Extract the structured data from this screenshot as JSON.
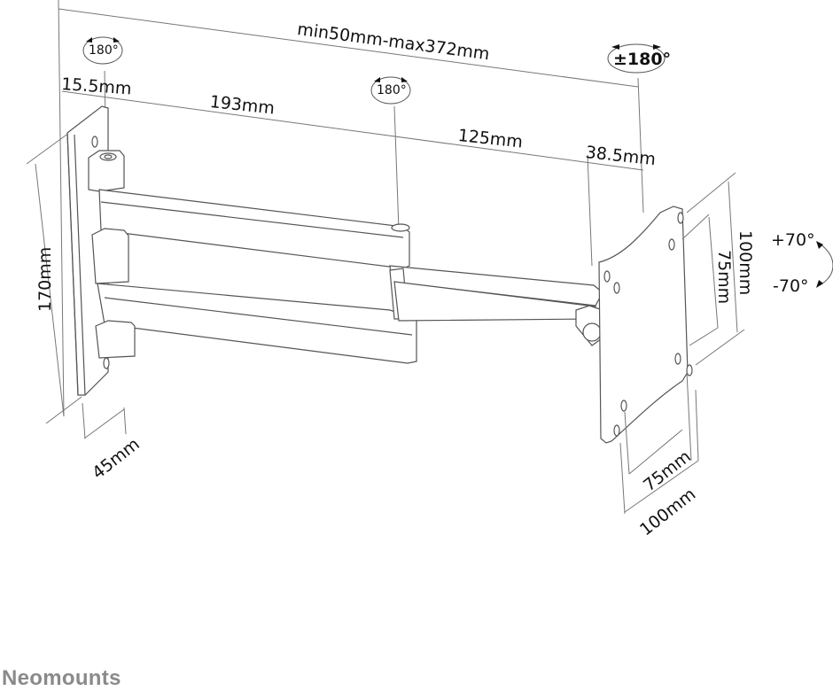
{
  "diagram": {
    "subject": "Swivel arm wall mount technical drawing",
    "dimensions": {
      "arm_extension": "min50mm-max372mm",
      "wall_plate_offset": "15.5mm",
      "first_arm": "193mm",
      "second_arm": "125mm",
      "head_offset": "38.5mm",
      "wall_plate_height": "170mm",
      "wall_plate_depth": "45mm",
      "vesa_outer_vertical": "100mm",
      "vesa_inner_vertical": "75mm",
      "vesa_inner_horizontal": "75mm",
      "vesa_outer_horizontal": "100mm"
    },
    "rotations": {
      "wall_pivot": "180°",
      "middle_pivot": "180°",
      "head_swivel": "±180°",
      "tilt_up": "+70°",
      "tilt_down": "-70°"
    }
  },
  "brand": {
    "logo_text": "Neomounts"
  }
}
